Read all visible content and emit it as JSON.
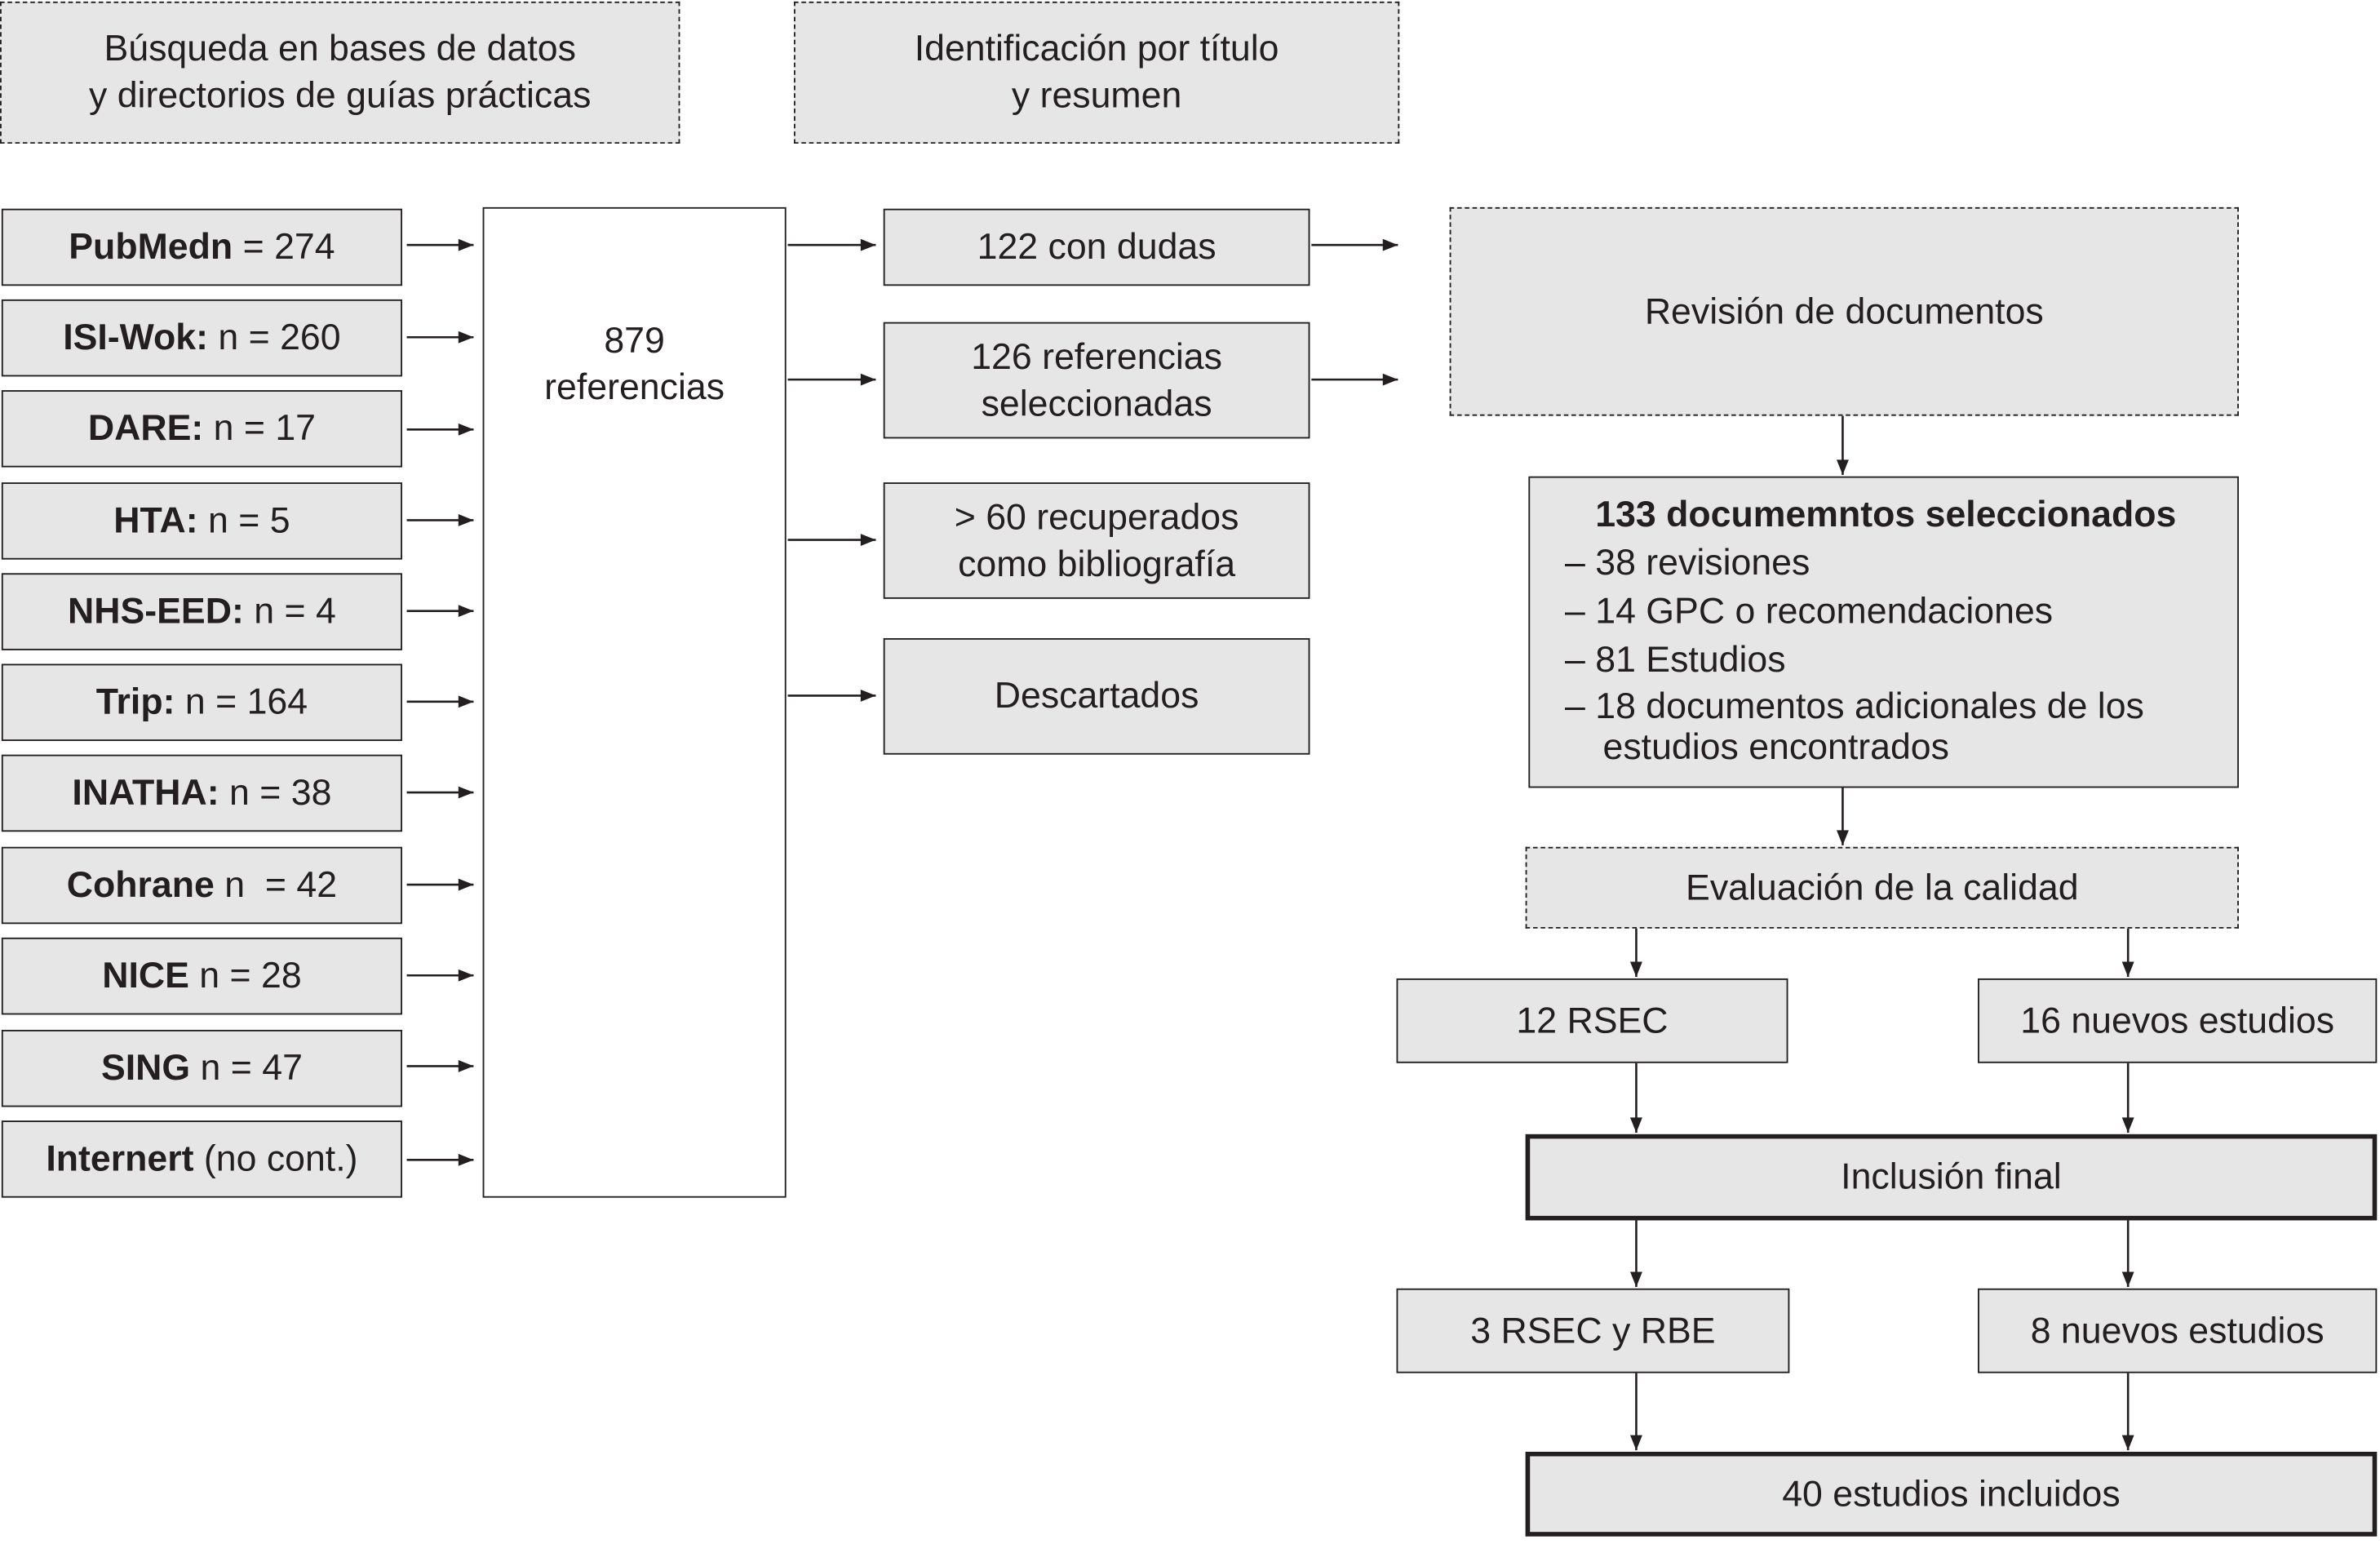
{
  "headers": {
    "search": {
      "line1": "Búsqueda en bases de datos",
      "line2": "y directorios de guías prácticas"
    },
    "identification": {
      "line1": "Identificación por título",
      "line2": "y resumen"
    }
  },
  "sources": [
    {
      "name": "PubMedn",
      "count": " = 274"
    },
    {
      "name": "ISI-Wok:",
      "count": " n = 260"
    },
    {
      "name": "DARE:",
      "count": " n = 17"
    },
    {
      "name": "HTA:",
      "count": " n = 5"
    },
    {
      "name": "NHS-EED:",
      "count": " n = 4"
    },
    {
      "name": "Trip:",
      "count": " n = 164"
    },
    {
      "name": "INATHA:",
      "count": " n = 38"
    },
    {
      "name": "Cohrane",
      "count": " n  = 42"
    },
    {
      "name": "NICE",
      "count": " n = 28"
    },
    {
      "name": "SING",
      "count": " n = 47"
    },
    {
      "name": "Internert",
      "count": " (no cont.)"
    }
  ],
  "references": {
    "count": "879",
    "label": "referencias"
  },
  "screening": [
    {
      "line1": "122 con dudas"
    },
    {
      "line1": "126 referencias",
      "line2": "seleccionadas"
    },
    {
      "line1": "> 60 recuperados",
      "line2": "como bibliografía"
    },
    {
      "line1": "Descartados"
    }
  ],
  "review": {
    "label": "Revisión de documentos"
  },
  "selected": {
    "title": "133 documemntos seleccionados",
    "items": [
      "– 38 revisiones",
      "– 14 GPC o recomendaciones",
      "– 81 Estudios",
      "– 18 documentos adicionales de los"
    ],
    "item_continuation": "estudios encontrados"
  },
  "quality": {
    "label": "Evaluación de la calidad"
  },
  "after_quality": {
    "left": "12 RSEC",
    "right": "16 nuevos estudios"
  },
  "inclusion": {
    "label": "Inclusión final"
  },
  "after_inclusion": {
    "left": "3 RSEC y RBE",
    "right": "8 nuevos estudios"
  },
  "result": {
    "label": "40 estudios incluidos"
  },
  "colors": {
    "box_fill": "#e6e6e6",
    "border": "#231f20",
    "background": "#ffffff"
  }
}
